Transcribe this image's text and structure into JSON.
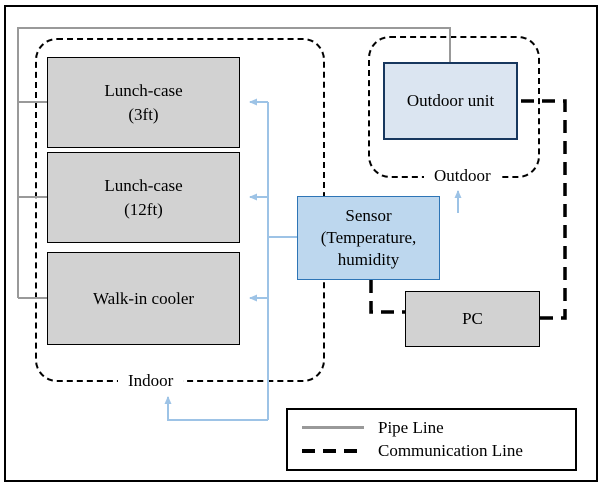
{
  "diagram": {
    "indoor_region": {
      "label": "Indoor"
    },
    "outdoor_region": {
      "label": "Outdoor"
    },
    "indoor_boxes": [
      {
        "line1": "Lunch-case",
        "line2": "(3ft)"
      },
      {
        "line1": "Lunch-case",
        "line2": "(12ft)"
      },
      {
        "line1": "Walk-in cooler"
      }
    ],
    "outdoor_unit": {
      "label": "Outdoor unit"
    },
    "sensor": {
      "line1": "Sensor",
      "line2": "(Temperature,",
      "line3": "humidity"
    },
    "pc": {
      "label": "PC"
    },
    "legend": {
      "pipe_line_label": "Pipe Line",
      "communication_line_label": "Communication Line"
    },
    "colors": {
      "box_fill_gray": "#d2d2d2",
      "outdoor_unit_fill": "#dbe5f1",
      "outdoor_unit_border": "#17375e",
      "sensor_fill": "#bdd7ee",
      "sensor_border": "#2e75b6",
      "pipe_line": "#999999",
      "communication_line": "#000000",
      "sensor_arrow_blue": "#9dc3e6"
    }
  }
}
